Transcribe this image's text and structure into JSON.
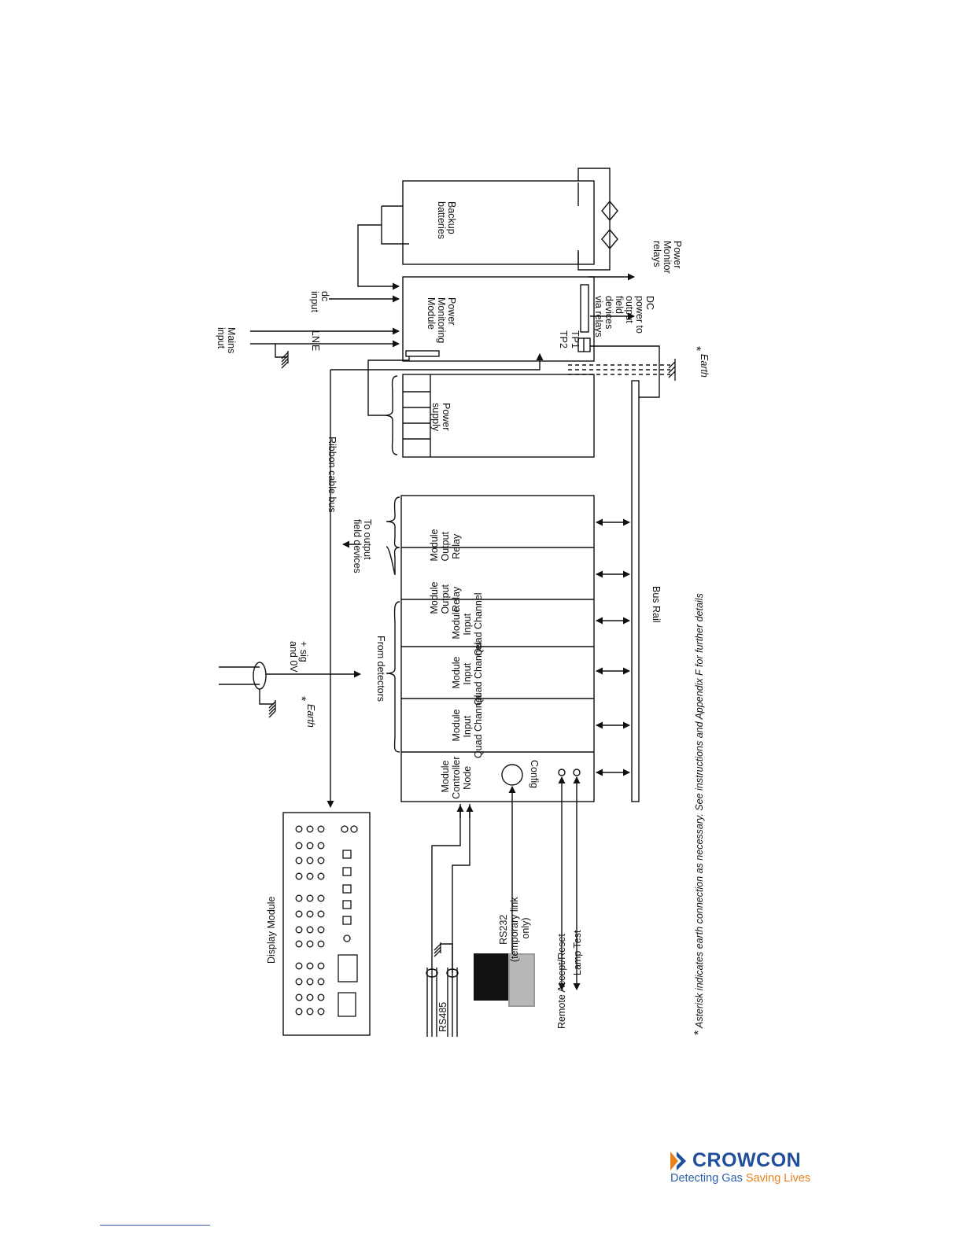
{
  "diagram": {
    "labels": {
      "backup_batteries": [
        "Backup",
        "batteries"
      ],
      "power_monitor_relays": [
        "Power",
        "Monitor",
        "relays"
      ],
      "dc_input": [
        "dc",
        "input"
      ],
      "mains_input": [
        "Mains",
        "input"
      ],
      "e": "E",
      "ln": "LN",
      "power_monitoring_module": [
        "Power",
        "Monitoring",
        "Module"
      ],
      "tp2": "TP2",
      "tp1": "TP1",
      "dc_power": [
        "DC",
        "power to",
        "output",
        "field",
        "devices",
        "via relays"
      ],
      "earth": "Earth",
      "asterisk": "*",
      "power_supply": [
        "Power",
        "supply"
      ],
      "ribbon_cable_bus": "Ribbon cable bus",
      "to_output_field_devices": [
        "To output",
        "field devices"
      ],
      "sig": [
        "+ sig",
        "and 0V"
      ],
      "from_detectors": "From detectors",
      "bus_rail": "Bus Rail",
      "relay_output_module": [
        "Relay",
        "Output",
        "Module"
      ],
      "quad_channel_input_module": [
        "Quad Channel",
        "Input",
        "Module"
      ],
      "node_controller_module": [
        "Node",
        "Controller",
        "Module"
      ],
      "config": "Config",
      "display_module": "Display Module",
      "rs232": [
        "RS232",
        "(temporary link",
        "only)"
      ],
      "rs485": "RS485",
      "remote_accept_reset": "Remote Accept/Reset",
      "lamp_test": "Lamp Test",
      "footnote": "Asterisk indicates earth connection as necessary. See instructions and Appendix F for further details"
    }
  },
  "brand": {
    "name": "CROWCON",
    "tagline_a": "Detecting Gas",
    "tagline_b": "Saving Lives",
    "color_primary": "#1f4e9a",
    "color_accent": "#e8821e"
  }
}
